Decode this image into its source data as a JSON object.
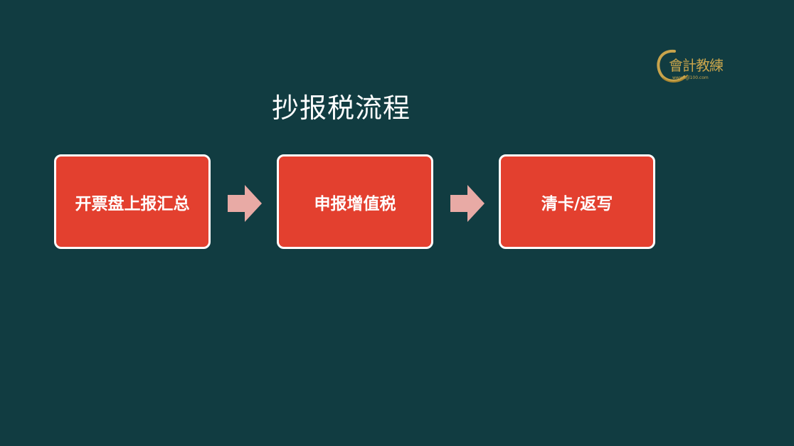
{
  "slide": {
    "title": "抄报税流程",
    "logo": {
      "text": "會計教練",
      "url": "www.kjjl100.com"
    },
    "steps": [
      {
        "label": "开票盘上报汇总"
      },
      {
        "label": "申报增值税"
      },
      {
        "label": "清卡/返写"
      }
    ]
  },
  "colors": {
    "background": "#113c41",
    "step_fill": "#e3402f",
    "step_border": "#ffffff",
    "arrow_fill": "#e8aaa5",
    "logo_gold": "#c8a44c"
  }
}
